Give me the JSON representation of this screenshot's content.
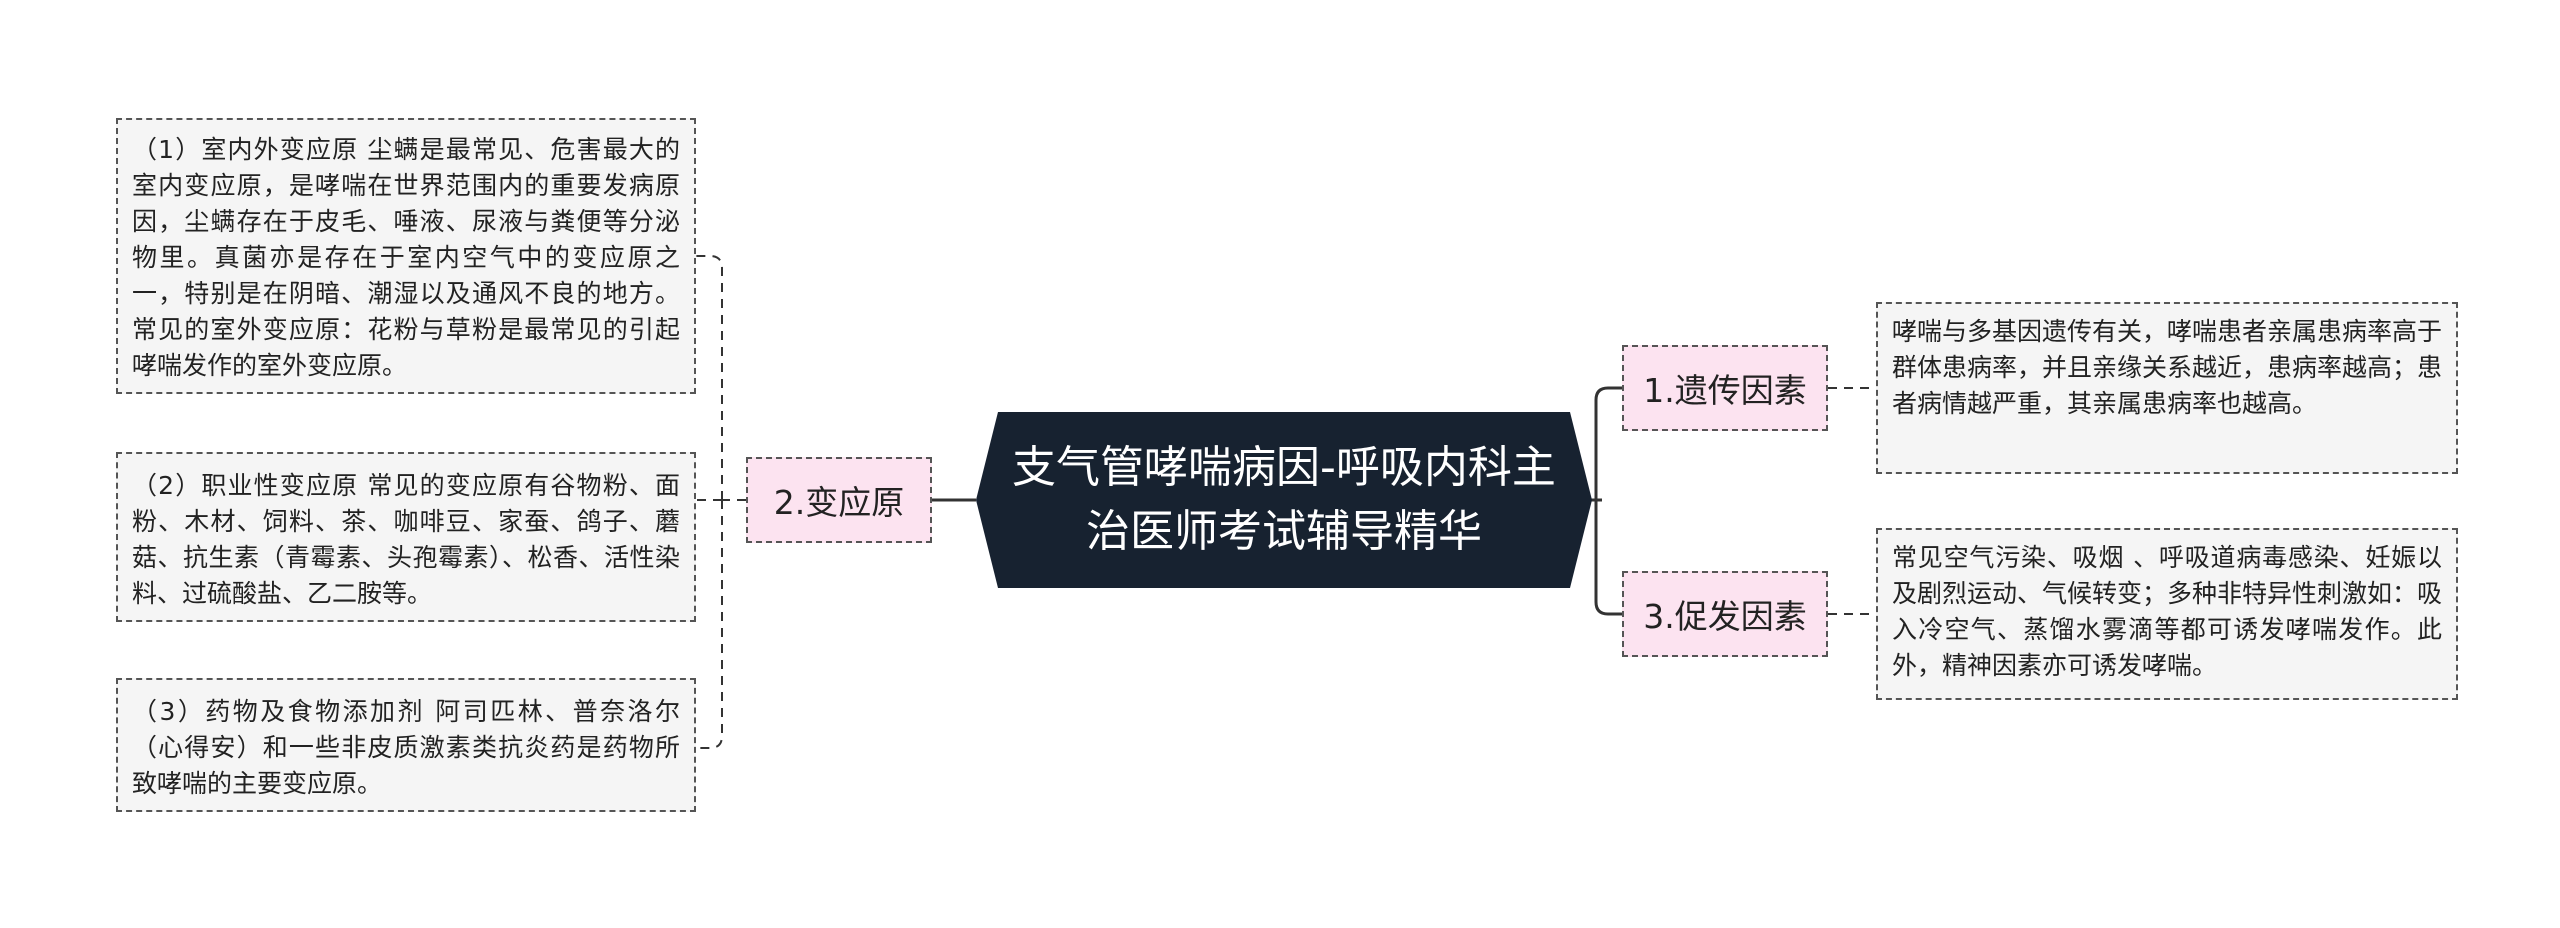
{
  "center": {
    "title": "支气管哮喘病因-呼吸内科主治医师考试辅导精华"
  },
  "branches": {
    "b1": {
      "label": "1.遗传因素",
      "leaves": [
        "哮喘与多基因遗传有关，哮喘患者亲属患病率高于群体患病率，并且亲缘关系越近，患病率越高；患者病情越严重，其亲属患病率也越高。"
      ]
    },
    "b2": {
      "label": "2.变应原",
      "leaves": [
        "（1）室内外变应原 尘螨是最常见、危害最大的室内变应原，是哮喘在世界范围内的重要发病原因，尘螨存在于皮毛、唾液、尿液与粪便等分泌物里。真菌亦是存在于室内空气中的变应原之一，特别是在阴暗、潮湿以及通风不良的地方。常见的室外变应原：花粉与草粉是最常见的引起哮喘发作的室外变应原。",
        "（2）职业性变应原 常见的变应原有谷物粉、面粉、木材、饲料、茶、咖啡豆、家蚕、鸽子、蘑菇、抗生素（青霉素、头孢霉素）、松香、活性染料、过硫酸盐、乙二胺等。",
        "（3）药物及食物添加剂 阿司匹林、普奈洛尔（心得安）和一些非皮质激素类抗炎药是药物所致哮喘的主要变应原。"
      ]
    },
    "b3": {
      "label": "3.促发因素",
      "leaves": [
        "常见空气污染、吸烟 、呼吸道病毒感染、妊娠以及剧烈运动、气候转变；多种非特异性刺激如：吸入冷空气、蒸馏水雾滴等都可诱发哮喘发作。此外，精神因素亦可诱发哮喘。"
      ]
    }
  },
  "colors": {
    "center_bg": "#172230",
    "branch_bg": "#fce3f0",
    "leaf_bg": "#f5f5f5",
    "line": "#333333"
  }
}
